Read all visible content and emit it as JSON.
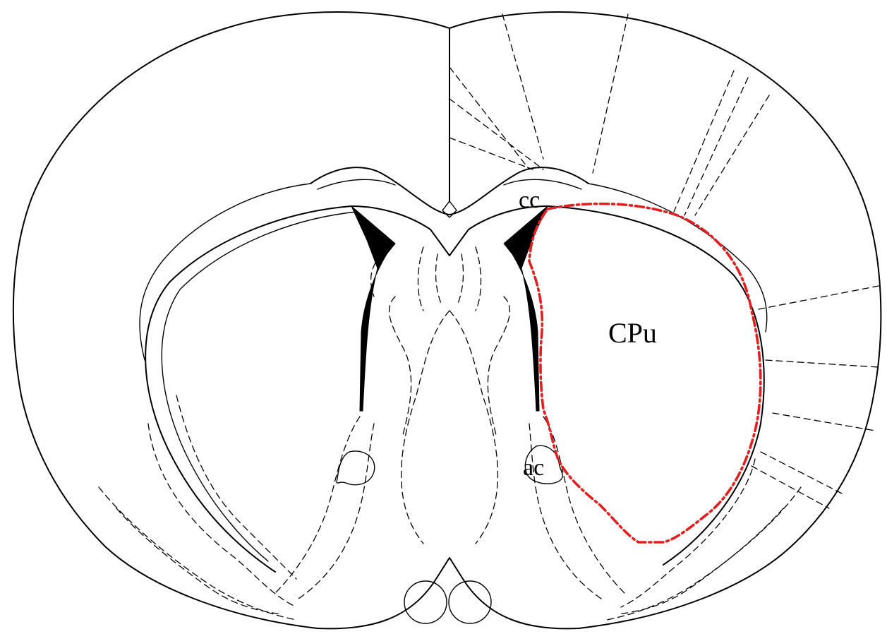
{
  "labels": {
    "cc": "cc",
    "cpu": "CPu",
    "ac": "ac"
  },
  "colors": {
    "outline": "#000000",
    "highlight": "#e02020",
    "background": "#ffffff"
  }
}
